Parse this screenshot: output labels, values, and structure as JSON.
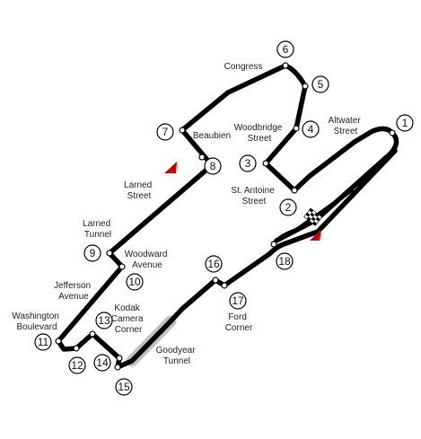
{
  "colors": {
    "track": "#000000",
    "tunnel": "#c0c0c0",
    "node": "#ffffff",
    "arrow": "#cc0000",
    "text": "#222222"
  },
  "corners": [
    {
      "number": "1"
    },
    {
      "number": "2"
    },
    {
      "number": "3"
    },
    {
      "number": "4"
    },
    {
      "number": "5"
    },
    {
      "number": "6"
    },
    {
      "number": "7"
    },
    {
      "number": "8"
    },
    {
      "number": "9"
    },
    {
      "number": "10"
    },
    {
      "number": "11"
    },
    {
      "number": "12"
    },
    {
      "number": "13"
    },
    {
      "number": "14"
    },
    {
      "number": "15"
    },
    {
      "number": "16"
    },
    {
      "number": "17"
    },
    {
      "number": "18"
    }
  ],
  "labels": {
    "altwater_street": [
      "Altwater",
      "Street"
    ],
    "woodbridge_street": [
      "Woodbridge",
      "Street"
    ],
    "st_antoine_street": [
      "St. Antoine",
      "Street"
    ],
    "congress": [
      "Congress"
    ],
    "beaubien": [
      "Beaubien"
    ],
    "larned_street": [
      "Larned",
      "Street"
    ],
    "larned_tunnel": [
      "Larned",
      "Tunnel"
    ],
    "woodward_avenue": [
      "Woodward",
      "Avenue"
    ],
    "jefferson_avenue": [
      "Jefferson",
      "Avenue"
    ],
    "washington_boulevard": [
      "Washington",
      "Boulevard"
    ],
    "kodak_camera_corner": [
      "Kodak",
      "Camera",
      "Corner"
    ],
    "goodyear_tunnel": [
      "Goodyear",
      "Tunnel"
    ],
    "ford_corner": [
      "Ford",
      "Corner"
    ]
  }
}
